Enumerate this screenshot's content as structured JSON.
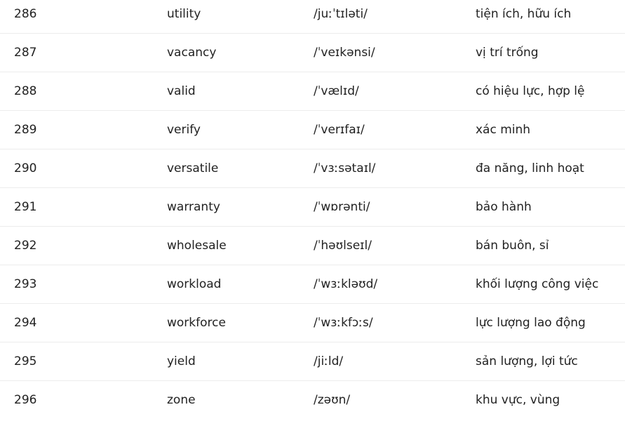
{
  "rows": [
    {
      "num": "286",
      "word": "utility",
      "ipa": "/juːˈtɪləti/",
      "meaning": "tiện ích, hữu ích"
    },
    {
      "num": "287",
      "word": "vacancy",
      "ipa": "/ˈveɪkənsi/",
      "meaning": "vị trí trống"
    },
    {
      "num": "288",
      "word": "valid",
      "ipa": "/ˈvælɪd/",
      "meaning": "có hiệu lực, hợp lệ"
    },
    {
      "num": "289",
      "word": "verify",
      "ipa": "/ˈverɪfaɪ/",
      "meaning": "xác minh"
    },
    {
      "num": "290",
      "word": "versatile",
      "ipa": "/ˈvɜːsətaɪl/",
      "meaning": "đa năng, linh hoạt"
    },
    {
      "num": "291",
      "word": "warranty",
      "ipa": "/ˈwɒrənti/",
      "meaning": "bảo hành"
    },
    {
      "num": "292",
      "word": "wholesale",
      "ipa": "/ˈhəʊlseɪl/",
      "meaning": "bán buôn, sỉ"
    },
    {
      "num": "293",
      "word": "workload",
      "ipa": "/ˈwɜːkləʊd/",
      "meaning": "khối lượng công việc"
    },
    {
      "num": "294",
      "word": "workforce",
      "ipa": "/ˈwɜːkfɔːs/",
      "meaning": "lực lượng lao động"
    },
    {
      "num": "295",
      "word": "yield",
      "ipa": "/jiːld/",
      "meaning": "sản lượng, lợi tức"
    },
    {
      "num": "296",
      "word": "zone",
      "ipa": "/zəʊn/",
      "meaning": "khu vực, vùng"
    }
  ]
}
